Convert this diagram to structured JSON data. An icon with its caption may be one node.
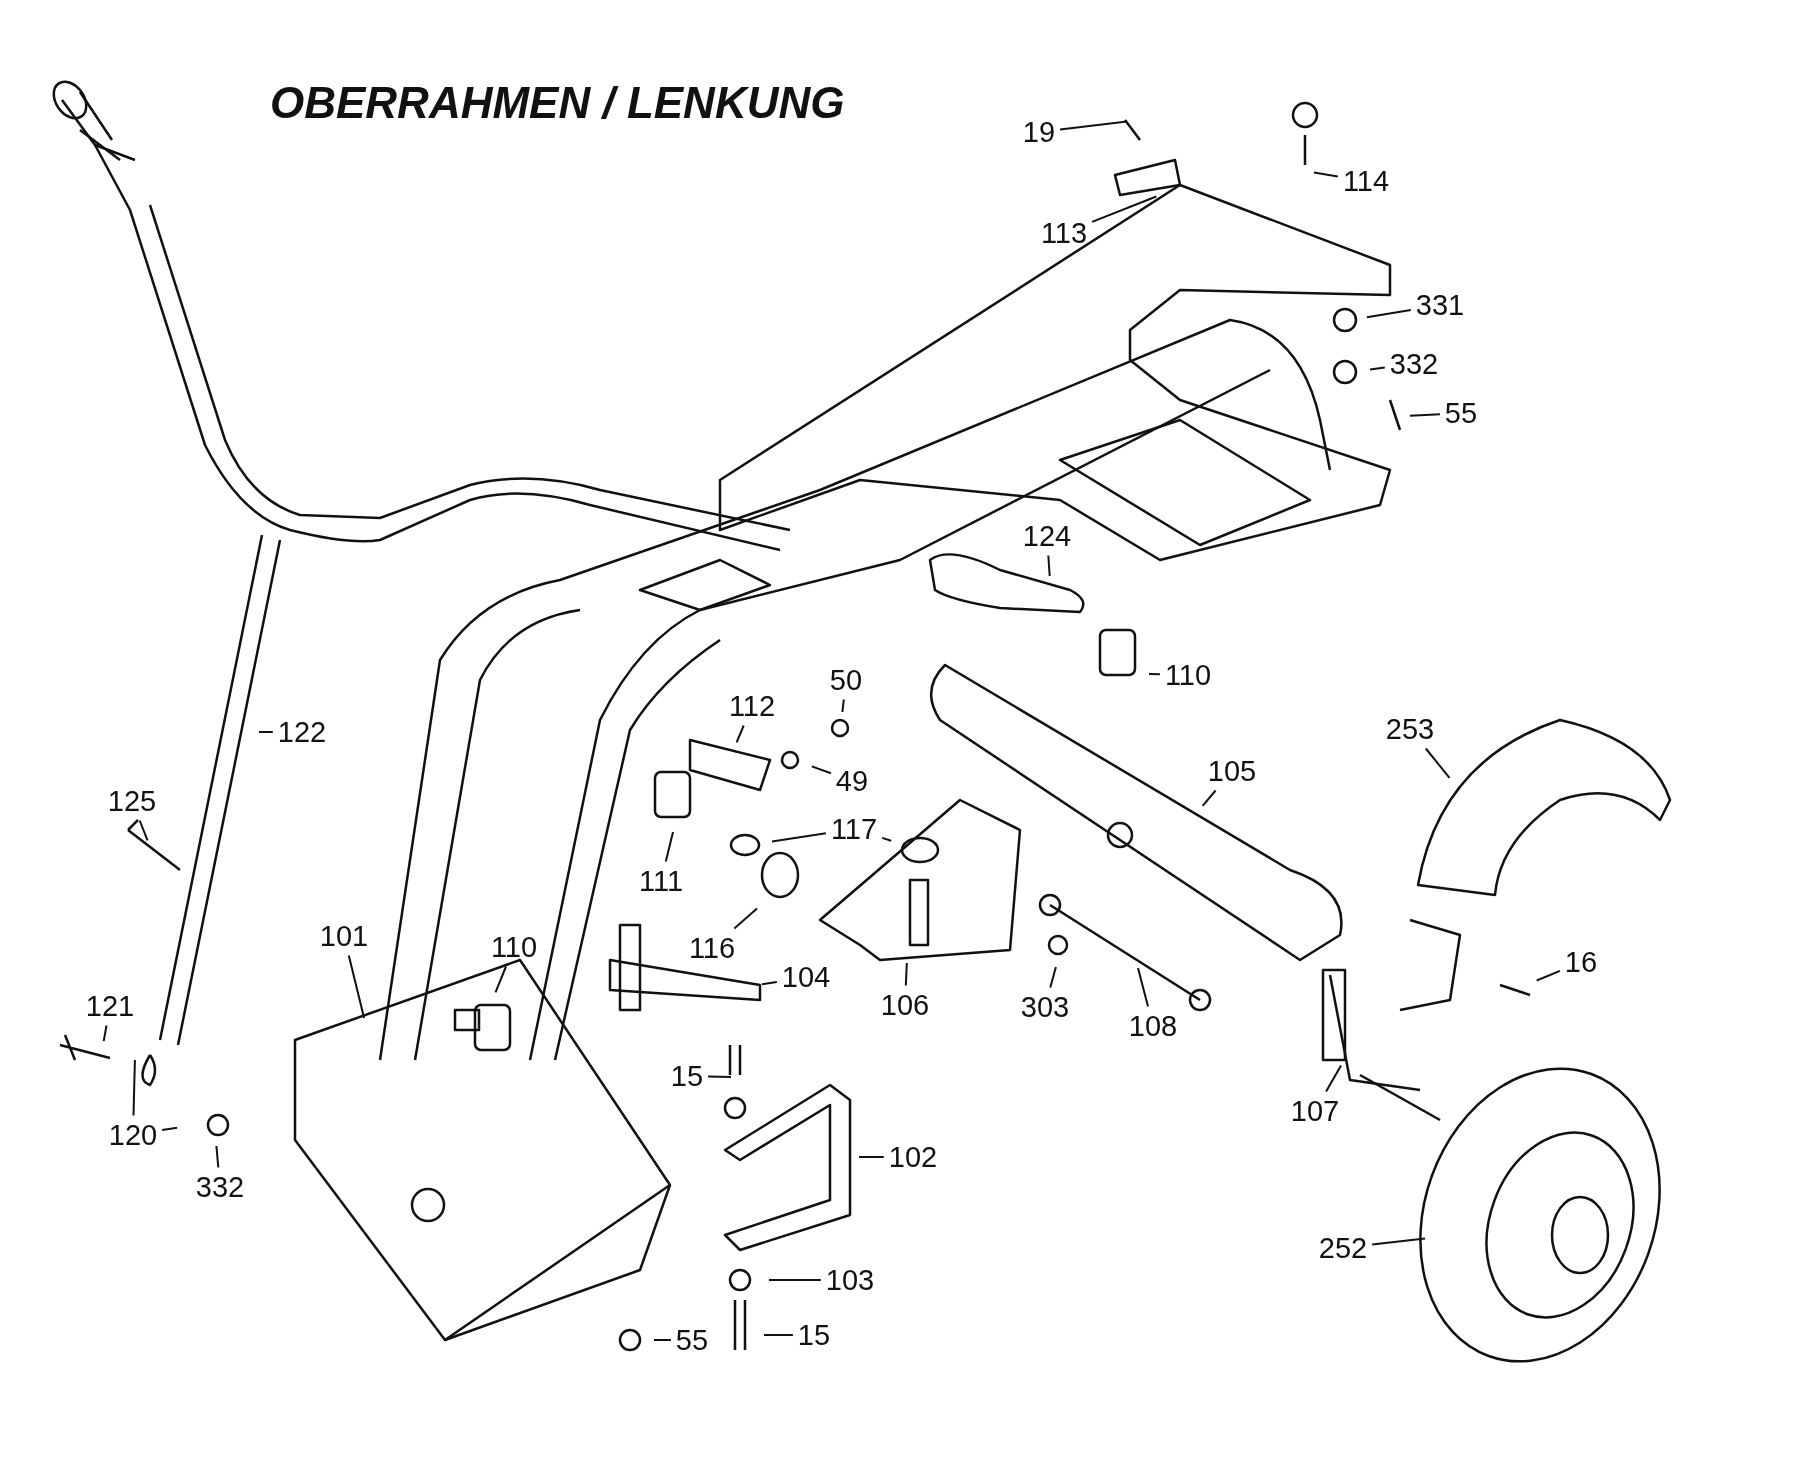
{
  "diagram": {
    "title": "OBERRAHMEN / LENKUNG",
    "nodes": [
      {
        "text": [
          "19"
        ]
      },
      {
        "text": [
          "114"
        ]
      },
      {
        "text": [
          "113"
        ]
      },
      {
        "text": [
          "331"
        ]
      },
      {
        "text": [
          "332"
        ]
      },
      {
        "text": [
          "55"
        ]
      },
      {
        "text": [
          "124"
        ]
      },
      {
        "text": [
          "110"
        ]
      },
      {
        "text": [
          "253"
        ]
      },
      {
        "text": [
          "112"
        ]
      },
      {
        "text": [
          "50"
        ]
      },
      {
        "text": [
          "105"
        ]
      },
      {
        "text": [
          "122"
        ]
      },
      {
        "text": [
          "125"
        ]
      },
      {
        "text": [
          "49"
        ]
      },
      {
        "text": [
          "117"
        ]
      },
      {
        "text": [
          "111"
        ]
      },
      {
        "text": [
          "116"
        ]
      },
      {
        "text": [
          "101"
        ]
      },
      {
        "text": [
          "110"
        ]
      },
      {
        "text": [
          "104"
        ]
      },
      {
        "text": [
          "106"
        ]
      },
      {
        "text": [
          "303"
        ]
      },
      {
        "text": [
          "108"
        ]
      },
      {
        "text": [
          "16"
        ]
      },
      {
        "text": [
          "121"
        ]
      },
      {
        "text": [
          "15"
        ]
      },
      {
        "text": [
          "107"
        ]
      },
      {
        "text": [
          "120"
        ]
      },
      {
        "text": [
          "332"
        ]
      },
      {
        "text": [
          "102"
        ]
      },
      {
        "text": [
          "103"
        ]
      },
      {
        "text": [
          "252"
        ]
      },
      {
        "text": [
          "55"
        ]
      },
      {
        "text": [
          "15"
        ]
      }
    ],
    "edges": [
      {
        "from": 0,
        "to": null,
        "arrow": "none"
      },
      {
        "from": 1,
        "to": null,
        "arrow": "none"
      },
      {
        "from": 2,
        "to": null,
        "arrow": "none"
      },
      {
        "from": 3,
        "to": null,
        "arrow": "none"
      },
      {
        "from": 4,
        "to": null,
        "arrow": "none"
      },
      {
        "from": 5,
        "to": null,
        "arrow": "none"
      },
      {
        "from": 6,
        "to": null,
        "arrow": "none"
      },
      {
        "from": 7,
        "to": null,
        "arrow": "none"
      },
      {
        "from": 8,
        "to": null,
        "arrow": "none"
      },
      {
        "from": 9,
        "to": null,
        "arrow": "none"
      },
      {
        "from": 10,
        "to": null,
        "arrow": "none"
      },
      {
        "from": 11,
        "to": null,
        "arrow": "none"
      },
      {
        "from": 12,
        "to": null,
        "arrow": "none"
      },
      {
        "from": 13,
        "to": null,
        "arrow": "none"
      },
      {
        "from": 14,
        "to": null,
        "arrow": "none"
      },
      {
        "from": 15,
        "to": null,
        "arrow": "none"
      },
      {
        "from": 15,
        "to": null,
        "arrow": "none"
      },
      {
        "from": 16,
        "to": null,
        "arrow": "none"
      },
      {
        "from": 17,
        "to": null,
        "arrow": "none"
      },
      {
        "from": 18,
        "to": null,
        "arrow": "none"
      },
      {
        "from": 19,
        "to": null,
        "arrow": "none"
      },
      {
        "from": 20,
        "to": null,
        "arrow": "none"
      },
      {
        "from": 21,
        "to": null,
        "arrow": "none"
      },
      {
        "from": 22,
        "to": null,
        "arrow": "none"
      },
      {
        "from": 23,
        "to": null,
        "arrow": "none"
      },
      {
        "from": 24,
        "to": null,
        "arrow": "none"
      },
      {
        "from": 25,
        "to": null,
        "arrow": "none"
      },
      {
        "from": 26,
        "to": null,
        "arrow": "none"
      },
      {
        "from": 27,
        "to": null,
        "arrow": "none"
      },
      {
        "from": 28,
        "to": null,
        "arrow": "none"
      },
      {
        "from": 28,
        "to": null,
        "arrow": "none"
      },
      {
        "from": 29,
        "to": null,
        "arrow": "none"
      },
      {
        "from": 30,
        "to": null,
        "arrow": "none"
      },
      {
        "from": 31,
        "to": null,
        "arrow": "none"
      },
      {
        "from": 32,
        "to": null,
        "arrow": "none"
      },
      {
        "from": 33,
        "to": null,
        "arrow": "none"
      },
      {
        "from": 34,
        "to": null,
        "arrow": "none"
      }
    ]
  }
}
